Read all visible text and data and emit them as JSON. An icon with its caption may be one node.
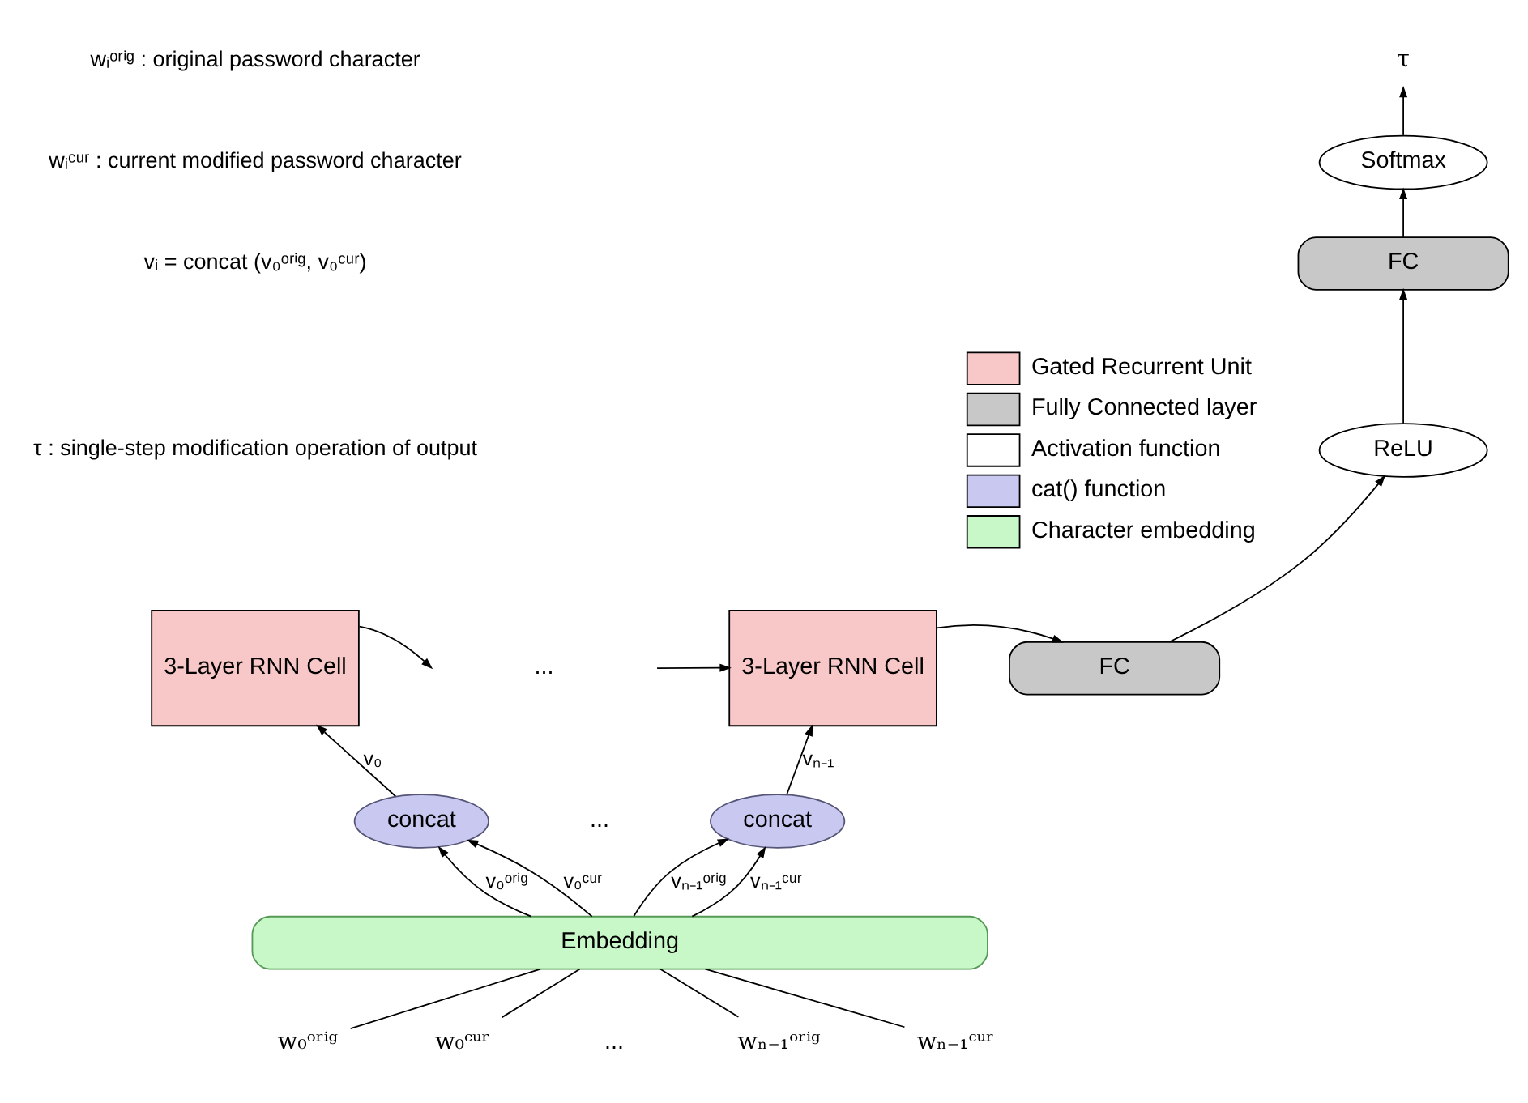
{
  "diagram": {
    "nodes": [
      {
        "text": [
          "3-Layer RNN Cell"
        ]
      },
      {
        "text": [
          "3-Layer RNN Cell"
        ]
      },
      {
        "text": [
          "concat"
        ]
      },
      {
        "text": [
          "concat"
        ]
      },
      {
        "text": [
          "Embedding"
        ]
      },
      {
        "text": [
          "FC"
        ]
      },
      {
        "text": [
          "ReLU"
        ]
      },
      {
        "text": [
          "FC"
        ]
      },
      {
        "text": [
          "Softmax"
        ]
      },
      {
        "text": [
          "τ"
        ]
      },
      {
        "text": [
          "w₀ᵒʳⁱᵍ"
        ]
      },
      {
        "text": [
          "w₀ᶜᵘʳ"
        ]
      },
      {
        "text": [
          "wₙ₋₁ᵒʳⁱᵍ"
        ]
      },
      {
        "text": [
          "wₙ₋₁ᶜᵘʳ"
        ]
      }
    ],
    "edges": [
      {
        "from": 10,
        "to": 4,
        "arrow": "none"
      },
      {
        "from": 11,
        "to": 4,
        "arrow": "none"
      },
      {
        "from": 12,
        "to": 4,
        "arrow": "none"
      },
      {
        "from": 13,
        "to": 4,
        "arrow": "none"
      },
      {
        "from": 4,
        "to": 2,
        "arrow": "to",
        "label": "v₀ᵒʳⁱᵍ"
      },
      {
        "from": 4,
        "to": 2,
        "arrow": "to",
        "label": "v₀ᶜᵘʳ"
      },
      {
        "from": 4,
        "to": 3,
        "arrow": "to",
        "label": "vₙ₋₁ᵒʳⁱᵍ"
      },
      {
        "from": 4,
        "to": 3,
        "arrow": "to",
        "label": "vₙ₋₁ᶜᵘʳ"
      },
      {
        "from": 2,
        "to": 0,
        "arrow": "to",
        "label": "v₀"
      },
      {
        "from": 3,
        "to": 1,
        "arrow": "to",
        "label": "vₙ₋₁"
      },
      {
        "from": 0,
        "to": null,
        "arrow": "to"
      },
      {
        "from": null,
        "to": 1,
        "arrow": "to"
      },
      {
        "from": 1,
        "to": 5,
        "arrow": "to"
      },
      {
        "from": 5,
        "to": 6,
        "arrow": "to"
      },
      {
        "from": 6,
        "to": 7,
        "arrow": "to"
      },
      {
        "from": 7,
        "to": 8,
        "arrow": "to"
      },
      {
        "from": 8,
        "to": 9,
        "arrow": "to"
      }
    ],
    "labels": [
      "wᵢᵒʳⁱᵍ : original password character",
      "wᵢᶜᵘʳ : current modified password character",
      "vᵢ = concat (v₀ᵒʳⁱᵍ, v₀ᶜᵘʳ)",
      "τ : single-step modification operation of output",
      "...",
      "...",
      "..."
    ],
    "legend": [
      {
        "text": "Gated Recurrent Unit",
        "color": "#f8c8c8"
      },
      {
        "text": "Fully Connected layer",
        "color": "#c8c8c8"
      },
      {
        "text": "Activation function",
        "color": "#ffffff"
      },
      {
        "text": "cat() function",
        "color": "#c8c8f0"
      },
      {
        "text": "Character embedding",
        "color": "#c8f8c8"
      }
    ]
  }
}
